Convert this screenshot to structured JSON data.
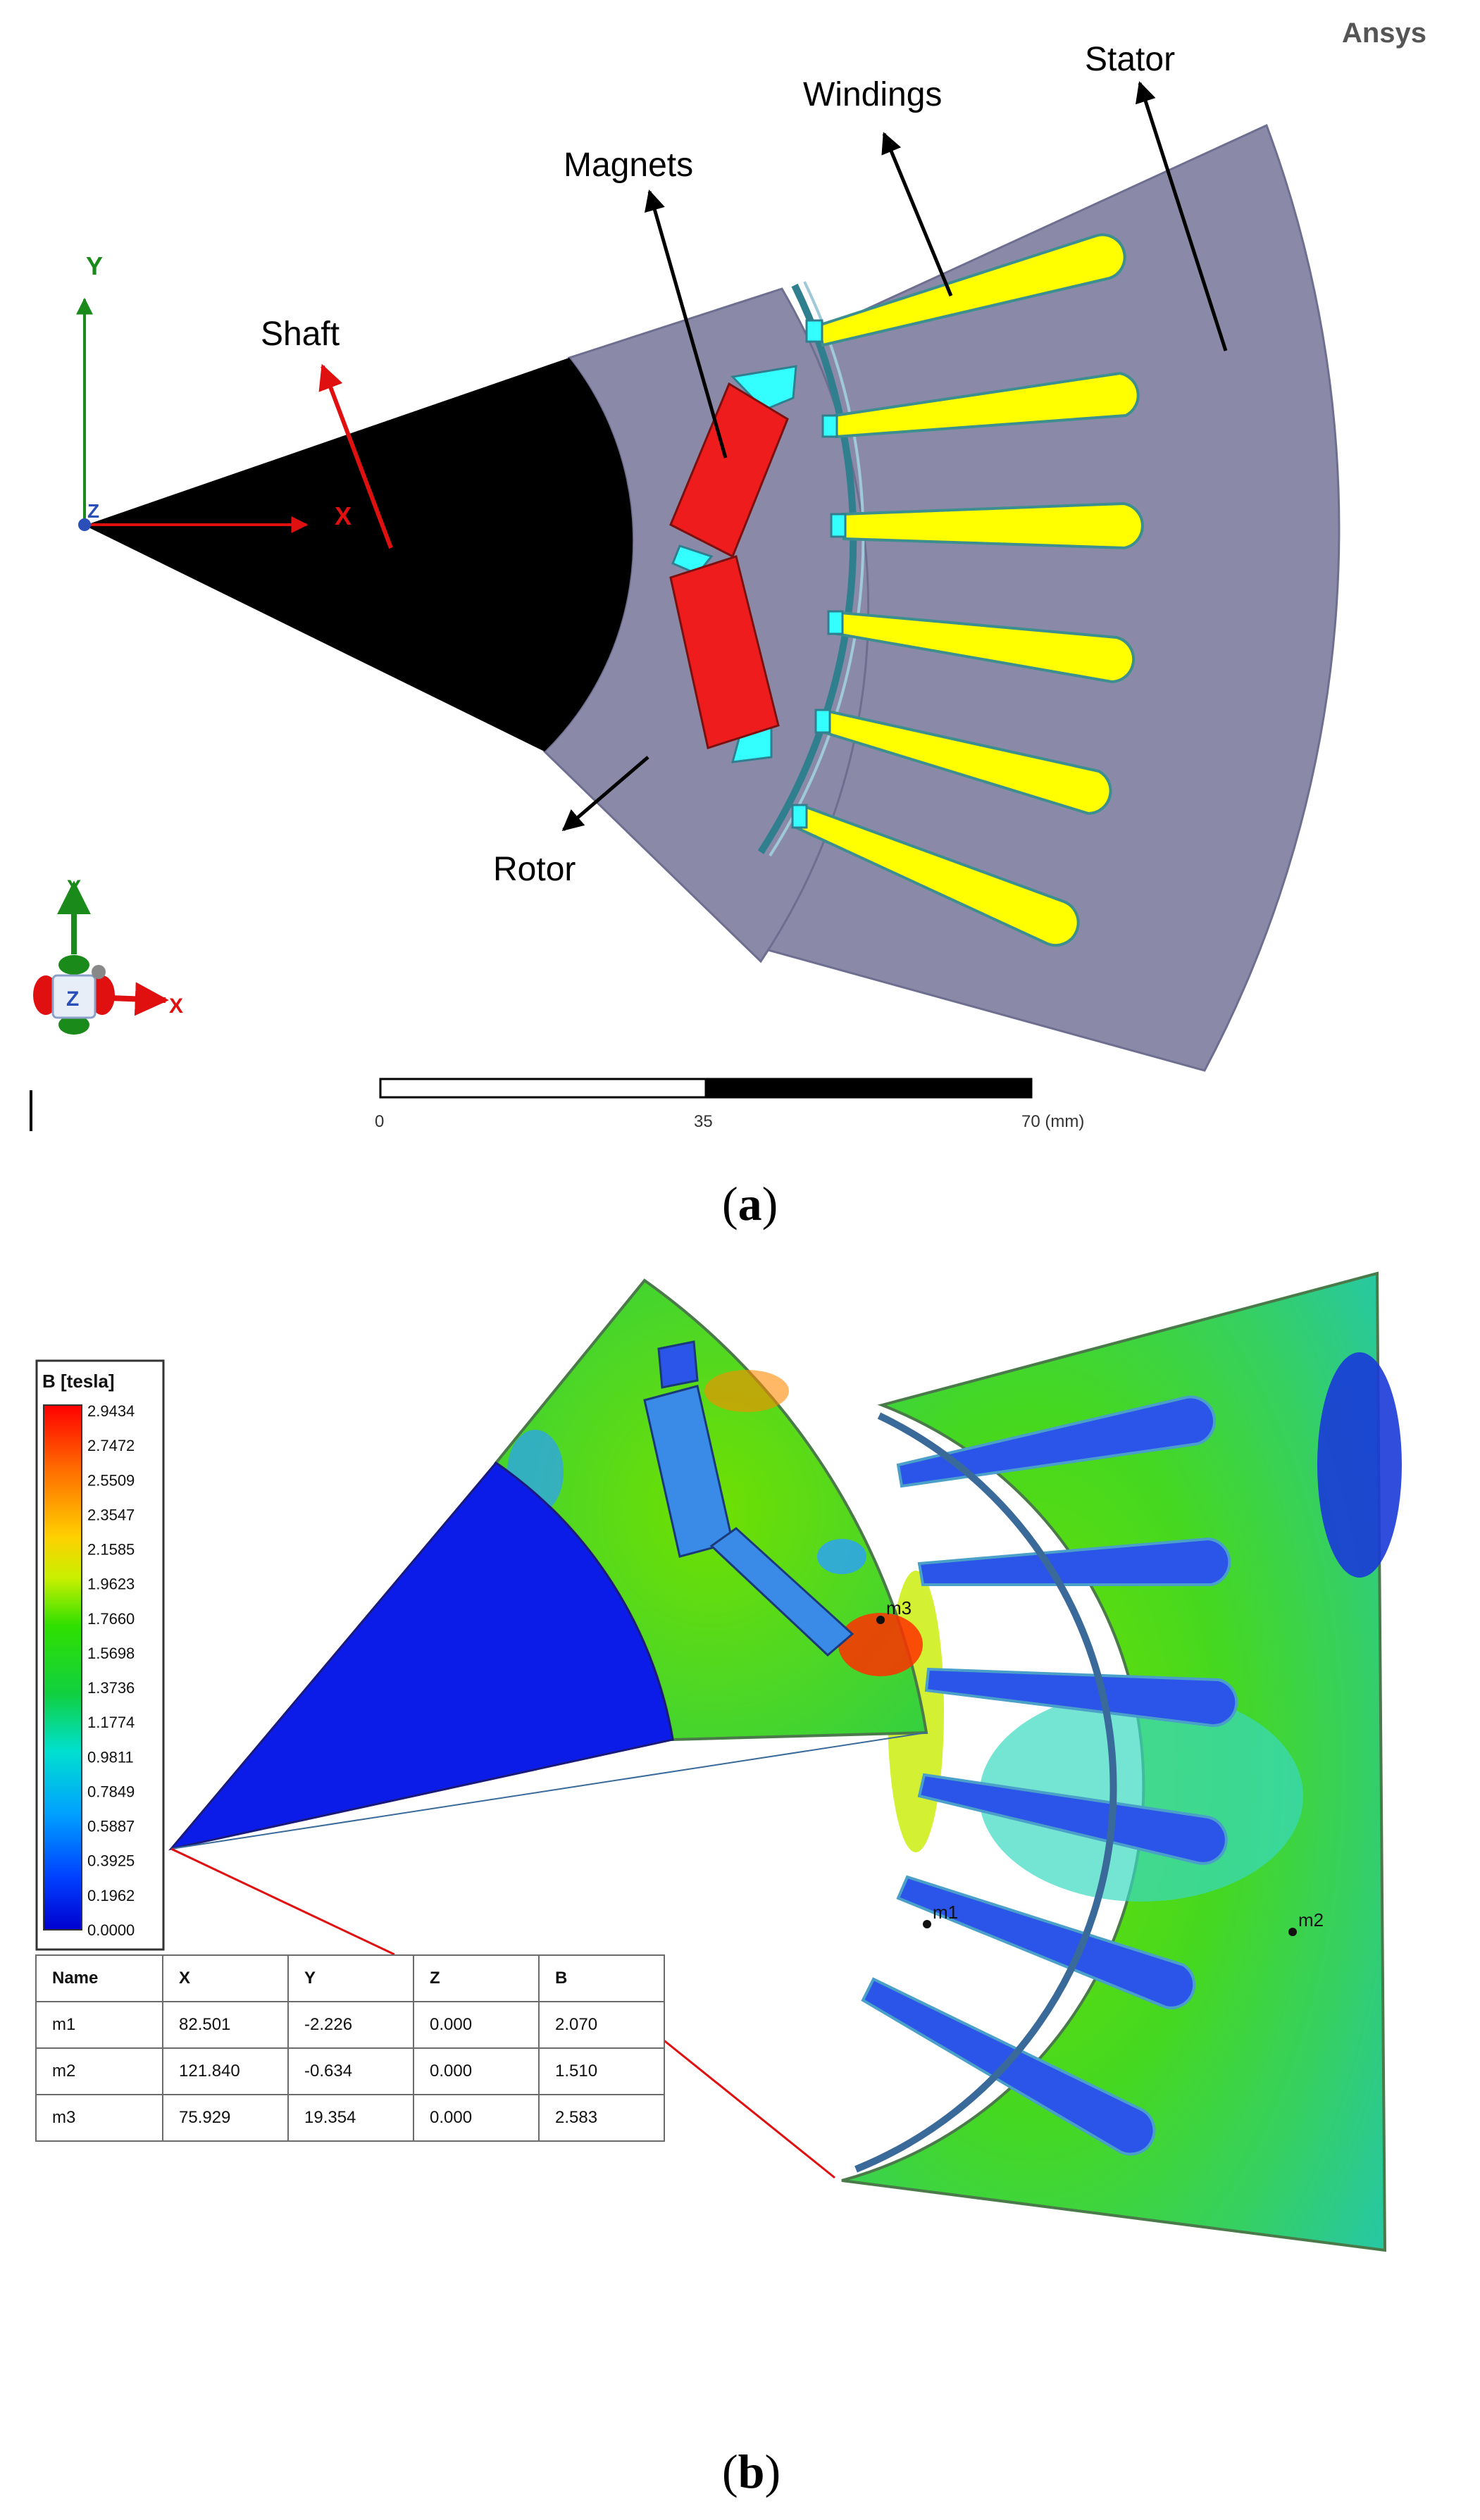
{
  "panel_a": {
    "brand": "Ansys",
    "labels": {
      "stator": "Stator",
      "windings": "Windings",
      "magnets": "Magnets",
      "shaft": "Shaft",
      "rotor": "Rotor"
    },
    "axis": {
      "x": "X",
      "y": "Y",
      "z": "Z"
    },
    "scale_bar": {
      "ticks": [
        "0",
        "35",
        "70 (mm)"
      ]
    },
    "caption": "a",
    "colors": {
      "stator": "#8a8aa8",
      "shaft": "#000000",
      "windings": "#ffff00",
      "magnets": "#ff1a1a",
      "insulation": "#33ffff"
    }
  },
  "panel_b": {
    "legend": {
      "title": "B [tesla]",
      "values": [
        "2.9434",
        "2.7472",
        "2.5509",
        "2.3547",
        "2.1585",
        "1.9623",
        "1.7660",
        "1.5698",
        "1.3736",
        "1.1774",
        "0.9811",
        "0.7849",
        "0.5887",
        "0.3925",
        "0.1962",
        "0.0000"
      ]
    },
    "markers": [
      "m1",
      "m2",
      "m3"
    ],
    "table": {
      "headers": [
        "Name",
        "X",
        "Y",
        "Z",
        "B"
      ],
      "rows": [
        [
          "m1",
          "82.501",
          "-2.226",
          "0.000",
          "2.070"
        ],
        [
          "m2",
          "121.840",
          "-0.634",
          "0.000",
          "1.510"
        ],
        [
          "m3",
          "75.929",
          "19.354",
          "0.000",
          "2.583"
        ]
      ]
    },
    "caption": "b"
  }
}
